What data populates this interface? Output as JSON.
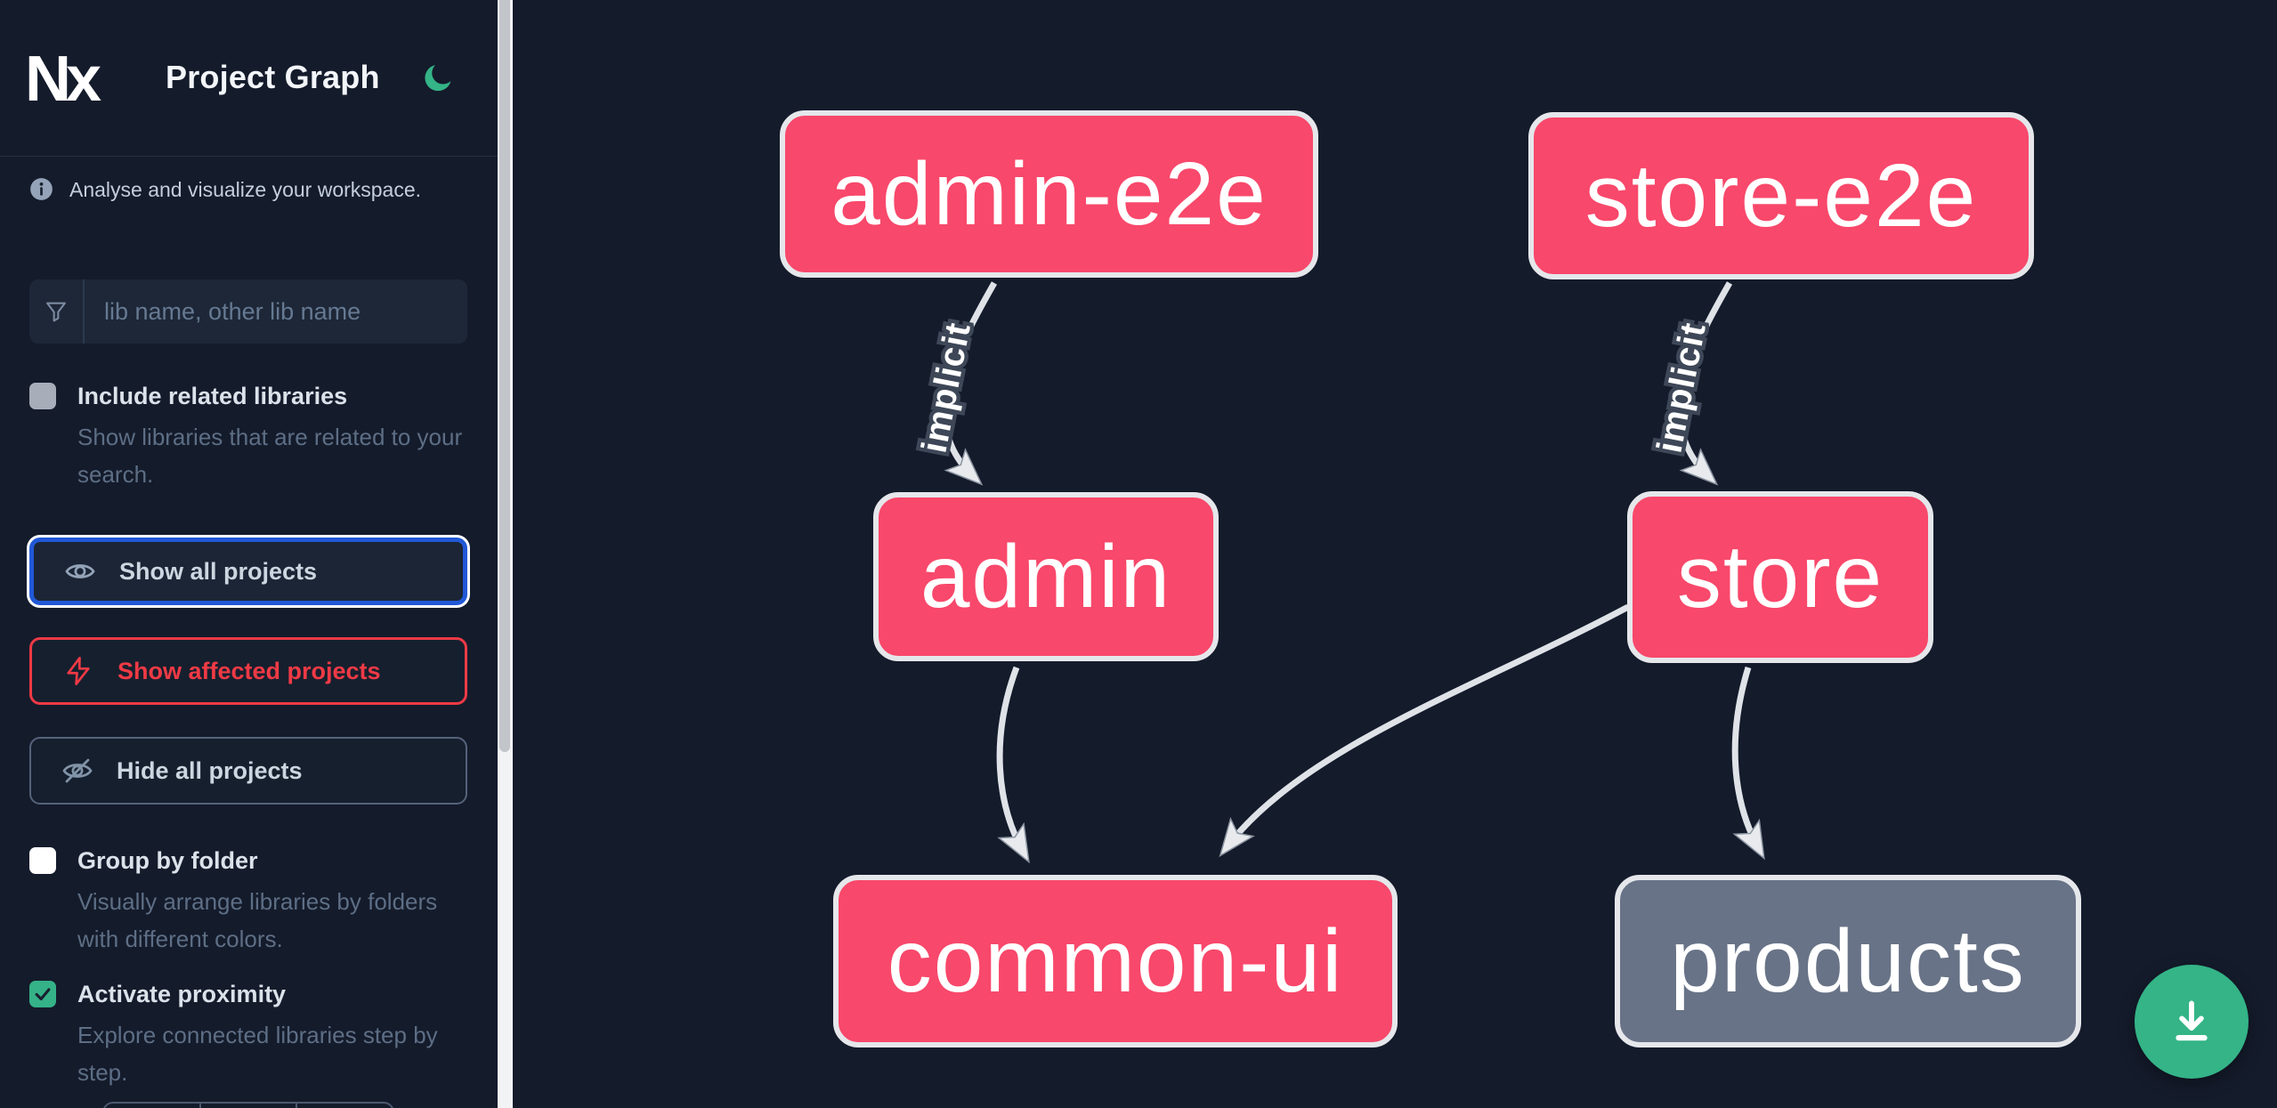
{
  "app": {
    "logo_text": "Nx",
    "title": "Project Graph"
  },
  "sidebar": {
    "info_text": "Analyse and visualize your workspace.",
    "search_placeholder": "lib name, other lib name",
    "toggles": [
      {
        "label": "Include related libraries",
        "description": "Show libraries that are related to your search.",
        "checked": false
      },
      {
        "label": "Group by folder",
        "description": "Visually arrange libraries by folders with different colors.",
        "checked": false
      },
      {
        "label": "Activate proximity",
        "description": "Explore connected libraries step by step.",
        "checked": true
      }
    ],
    "buttons": [
      {
        "label": "Show all projects",
        "state": "focused"
      },
      {
        "label": "Show affected projects",
        "state": "affected"
      },
      {
        "label": "Hide all projects",
        "state": "default"
      }
    ]
  },
  "graph": {
    "nodes": [
      {
        "id": "admin-e2e",
        "label": "admin-e2e",
        "kind": "affected-app"
      },
      {
        "id": "store-e2e",
        "label": "store-e2e",
        "kind": "affected-app"
      },
      {
        "id": "admin",
        "label": "admin",
        "kind": "affected-app"
      },
      {
        "id": "store",
        "label": "store",
        "kind": "affected-app"
      },
      {
        "id": "common-ui",
        "label": "common-ui",
        "kind": "affected-lib"
      },
      {
        "id": "products",
        "label": "products",
        "kind": "lib"
      }
    ],
    "edges": [
      {
        "source": "admin-e2e",
        "target": "admin",
        "label": "implicit"
      },
      {
        "source": "store-e2e",
        "target": "store",
        "label": "implicit"
      },
      {
        "source": "admin",
        "target": "common-ui",
        "label": ""
      },
      {
        "source": "store",
        "target": "common-ui",
        "label": ""
      },
      {
        "source": "store",
        "target": "products",
        "label": ""
      }
    ]
  },
  "colors": {
    "affected_node": "#f8486b",
    "neutral_node": "#687387",
    "node_border": "#e5e7eb",
    "edge": "#dfe3e8",
    "accent_green": "#34b487",
    "focus_blue": "#2158d6",
    "affected_red": "#ee3a45",
    "background": "#141b2b"
  },
  "fab": {
    "icon": "download"
  }
}
